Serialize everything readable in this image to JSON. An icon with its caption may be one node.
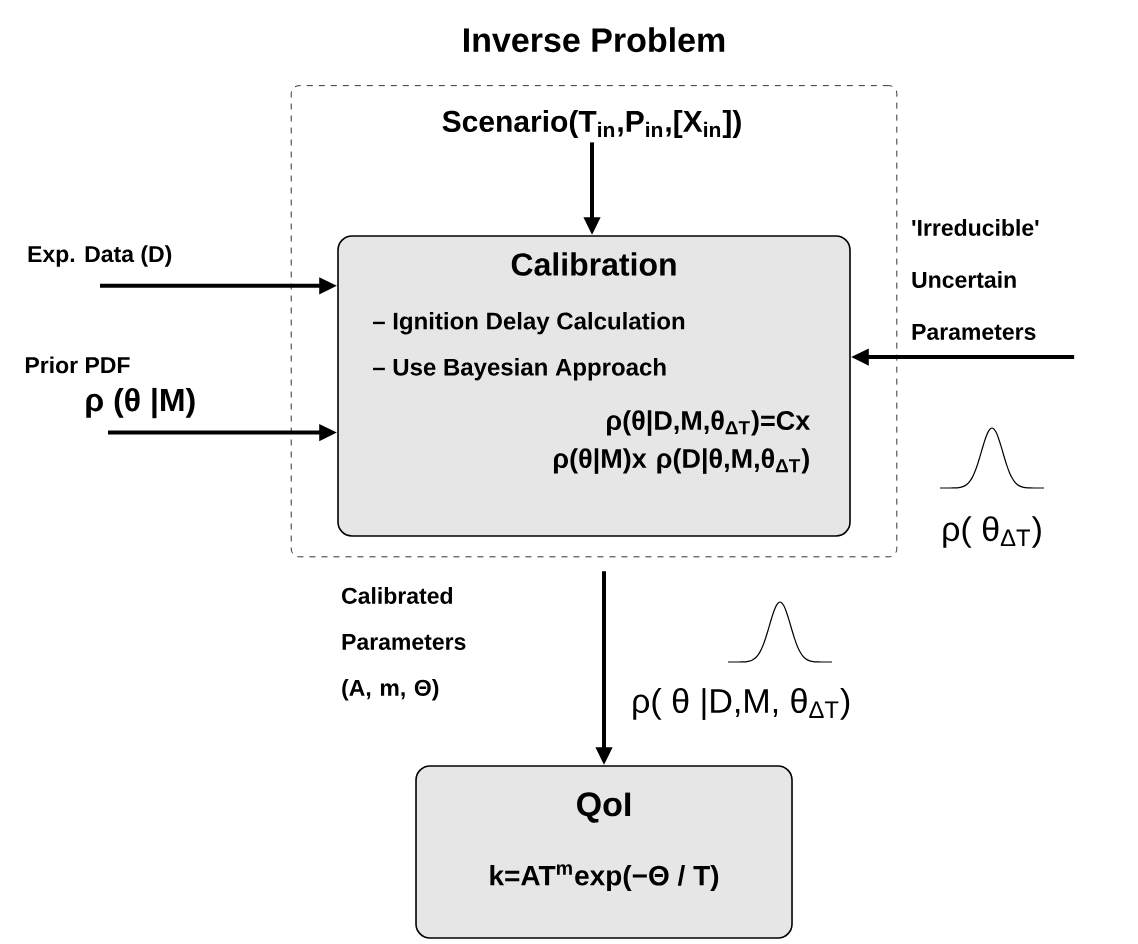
{
  "diagram": {
    "nodes": [
      {
        "text": [
          "Inverse Problem"
        ]
      },
      {
        "text": [
          "Scenario(T$_{in}$,P$_{in}$,[X$_{in}$])"
        ],
        "in": 0
      },
      {
        "text": [
          "Calibration",
          "– Ignition Delay Calculation",
          "– Use Bayesian Approach",
          "ρ(θ|D,M,θ$_{ΔT}$)=Cx ρ(θ|M)x ρ(D|θ,M,θ$_{ΔT}$)"
        ],
        "in": 0
      },
      {
        "text": [
          "Exp. Data (D)"
        ]
      },
      {
        "text": [
          "Prior PDF",
          "ρ (θ |M)"
        ]
      },
      {
        "text": [
          "'Irreducible' Uncertain Parameters"
        ]
      },
      {
        "text": [
          "QoI",
          "k=AT$^{m}$exp(−Θ / T)"
        ]
      }
    ],
    "edges": [
      {
        "from": 1,
        "to": 2,
        "arrow": "to"
      },
      {
        "from": 3,
        "to": 2,
        "arrow": "to"
      },
      {
        "from": 4,
        "to": 2,
        "arrow": "to"
      },
      {
        "from": 5,
        "to": 2,
        "arrow": "to"
      },
      {
        "from": 0,
        "to": 6,
        "arrow": "to"
      }
    ],
    "labels": [
      "ρ( θ$_{ΔT}$)",
      "Calibrated Parameters (A, m, Θ)",
      "ρ( θ |D,M, θ$_{ΔT}$)"
    ]
  }
}
